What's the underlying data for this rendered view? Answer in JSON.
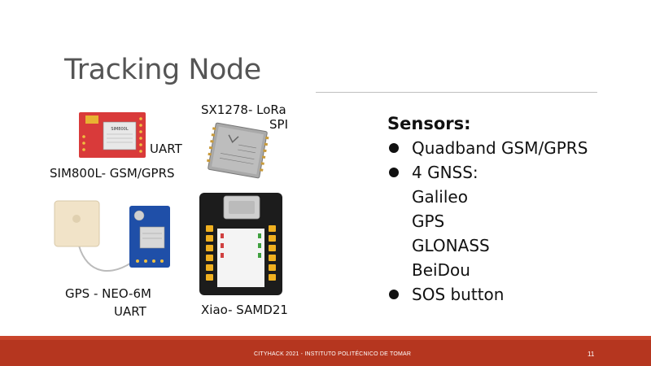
{
  "slide": {
    "title": "Tracking Node"
  },
  "modules": {
    "sim800l": {
      "interface": "UART",
      "name": "SIM800L- GSM/GPRS",
      "chip_text": "SIM800L"
    },
    "sx1278": {
      "name": "SX1278- LoRa",
      "interface": "SPI"
    },
    "gps": {
      "name": "GPS - NEO-6M",
      "interface": "UART"
    },
    "xiao": {
      "name": "Xiao- SAMD21"
    }
  },
  "sensors": {
    "heading": "Sensors:",
    "items": [
      {
        "label": "Quadband GSM/GPRS",
        "bullet": true
      },
      {
        "label": "4 GNSS:",
        "bullet": true
      },
      {
        "label": "Galileo",
        "bullet": false
      },
      {
        "label": "GPS",
        "bullet": false
      },
      {
        "label": "GLONASS",
        "bullet": false
      },
      {
        "label": "BeiDou",
        "bullet": false
      },
      {
        "label": "SOS button",
        "bullet": true
      }
    ]
  },
  "footer": {
    "text": "CITYHACK 2021 - INSTITUTO POLITÉCNICO DE TOMAR",
    "page_number": "11"
  },
  "colors": {
    "footer_bar": "#b5361f",
    "title": "#555555",
    "gsm_board": "#d93a3a",
    "gps_board": "#1f4fa8",
    "xiao_board": "#1c1c1c",
    "lora_module": "#a9a9a9"
  }
}
